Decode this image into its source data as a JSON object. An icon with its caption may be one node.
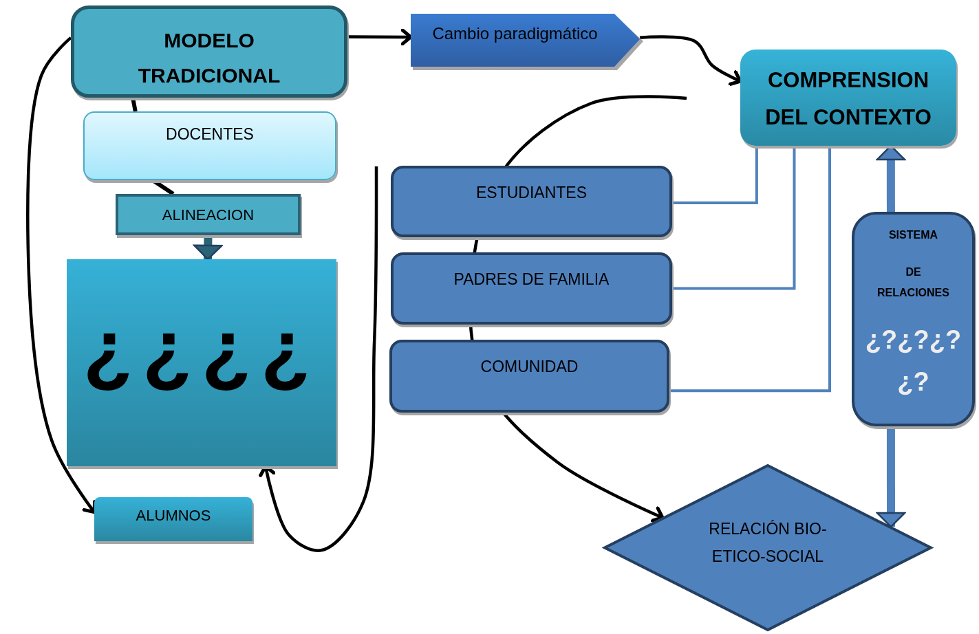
{
  "diagram": {
    "nodes": [
      {
        "text": [
          "MODELO TRADICIONAL"
        ]
      },
      {
        "text": [
          "DOCENTES"
        ]
      },
      {
        "text": [
          "ALINEACION"
        ]
      },
      {
        "text": [
          "¿¿¿¿"
        ]
      },
      {
        "text": [
          "ALUMNOS"
        ]
      },
      {
        "text": [
          "Cambio paradigmático"
        ]
      },
      {
        "text": [
          "COMPRENSION DEL CONTEXTO"
        ]
      },
      {
        "text": [
          "ESTUDIANTES"
        ]
      },
      {
        "text": [
          "PADRES DE FAMILIA"
        ]
      },
      {
        "text": [
          "COMUNIDAD"
        ]
      },
      {
        "text": [
          "SISTEMA",
          "DE RELACIONES",
          "¿?¿?¿? ¿?"
        ]
      },
      {
        "text": [
          "RELACIÓN BIO- ETICO-SOCIAL"
        ]
      }
    ],
    "edges": [
      {
        "from": 0,
        "to": 5,
        "arrow": "to"
      },
      {
        "from": 5,
        "to": 6,
        "arrow": "to"
      },
      {
        "from": 0,
        "to": 4,
        "arrow": "to"
      },
      {
        "from": 0,
        "to": 1,
        "arrow": "none"
      },
      {
        "from": 1,
        "to": 2,
        "arrow": "none"
      },
      {
        "from": 2,
        "to": 3,
        "arrow": "to",
        "style": "thick",
        "color": "#2a6377"
      },
      {
        "from": null,
        "to": 3,
        "arrow": "to"
      },
      {
        "from": null,
        "to": 11,
        "arrow": "to"
      },
      {
        "from": 7,
        "to": 6,
        "arrow": "none",
        "color": "#4f81bd"
      },
      {
        "from": 8,
        "to": 6,
        "arrow": "none",
        "color": "#4f81bd"
      },
      {
        "from": 9,
        "to": 6,
        "arrow": "none",
        "color": "#4f81bd"
      },
      {
        "from": 10,
        "to": 6,
        "arrow": "to",
        "style": "thick",
        "color": "#4f81bd"
      },
      {
        "from": 10,
        "to": 11,
        "arrow": "to",
        "style": "thick",
        "color": "#4f81bd"
      }
    ]
  }
}
